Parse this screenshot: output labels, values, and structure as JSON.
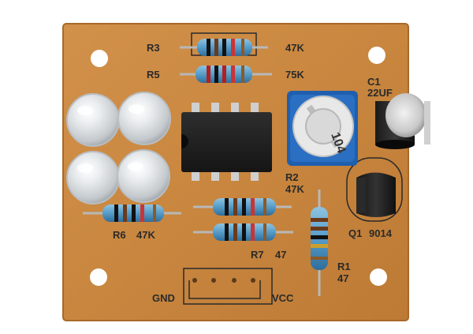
{
  "board": {
    "color": "#c8863f",
    "edge_color": "#b06e2c",
    "silkscreen_color": "#2a2a2a"
  },
  "labels": {
    "r3": "R3",
    "r3_value": "47K",
    "r5": "R5",
    "r5_value": "75K",
    "c1": "C1",
    "c1_value": "22UF",
    "r2": "R2",
    "r2_value": "47K",
    "r6": "R6",
    "r6_value": "47K",
    "r7": "R7",
    "r7_value": "47",
    "q1": "Q1",
    "q1_value": "9014",
    "r1": "R1",
    "r1_value": "47",
    "gnd": "GND",
    "vcc": "VCC",
    "trimmer_code": "104"
  }
}
